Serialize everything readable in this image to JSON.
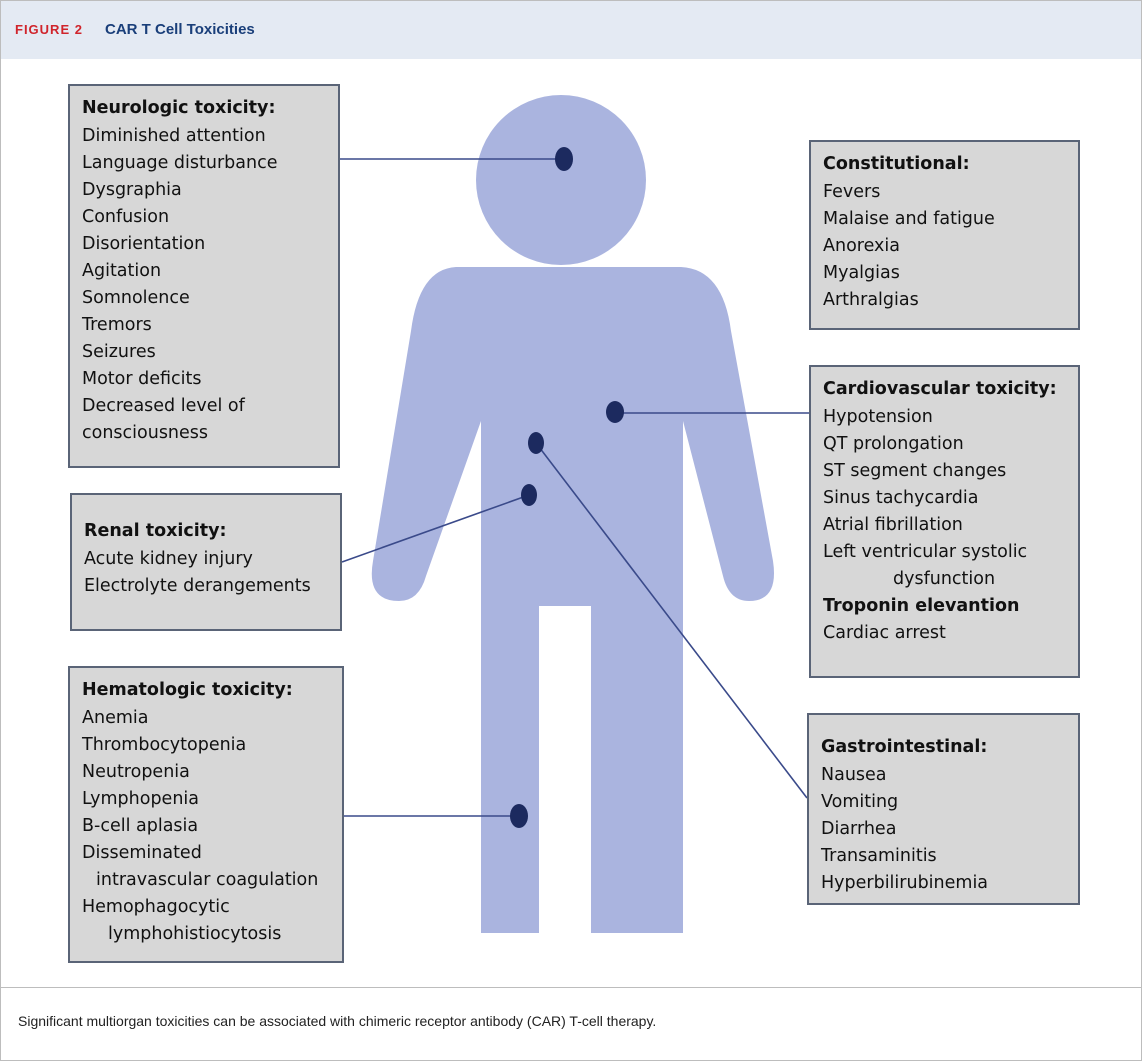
{
  "header": {
    "figure_label": "FIGURE 2",
    "title": "CAR T Cell Toxicities"
  },
  "caption": "Significant multiorgan toxicities can be associated with chimeric receptor antibody (CAR) T-cell therapy.",
  "colors": {
    "header_bg": "#e4eaf3",
    "figure_label": "#d0242b",
    "title": "#1a3f7a",
    "body_silhouette": "#aab4df",
    "marker": "#1c2a5f",
    "connector": "#3a4a8a",
    "box_fill": "#d7d7d7",
    "box_border": "#5a6477"
  },
  "boxes": {
    "neurologic": {
      "title": "Neurologic toxicity:",
      "items": [
        "Diminished attention",
        "Language disturbance",
        "Dysgraphia",
        "Confusion",
        "Disorientation",
        "Agitation",
        "Somnolence",
        "Tremors",
        "Seizures",
        "Motor deficits",
        "Decreased level of",
        "consciousness"
      ]
    },
    "constitutional": {
      "title": "Constitutional:",
      "items": [
        "Fevers",
        "Malaise and fatigue",
        "Anorexia",
        "Myalgias",
        "Arthralgias"
      ]
    },
    "renal": {
      "title": "Renal toxicity:",
      "items": [
        "Acute kidney injury",
        "Electrolyte derangements"
      ]
    },
    "cardiovascular": {
      "title": "Cardiovascular toxicity:",
      "items": [
        "Hypotension",
        "QT prolongation",
        "ST segment changes",
        "Sinus tachycardia",
        "Atrial fibrillation",
        "Left ventricular systolic",
        "dysfunction",
        "Troponin elevantion",
        "Cardiac arrest"
      ]
    },
    "hematologic": {
      "title": "Hematologic toxicity:",
      "items": [
        "Anemia",
        "Thrombocytopenia",
        "Neutropenia",
        "Lymphopenia",
        "B-cell aplasia",
        "Disseminated",
        "intravascular coagulation",
        "Hemophagocytic",
        "lymphohistiocytosis"
      ]
    },
    "gastrointestinal": {
      "title": "Gastrointestinal:",
      "items": [
        "Nausea",
        "Vomiting",
        "Diarrhea",
        "Transaminitis",
        "Hyperbilirubinemia"
      ]
    }
  }
}
